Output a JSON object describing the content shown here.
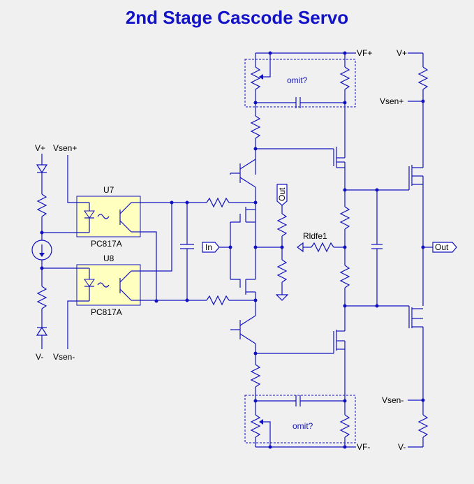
{
  "title": "2nd Stage Cascode Servo",
  "labels": {
    "vf_plus": "VF+",
    "vf_minus": "VF-",
    "v_plus_right": "V+",
    "v_minus_right": "V-",
    "vsen_plus_right": "Vsen+",
    "vsen_minus_right": "Vsen-",
    "v_plus_left": "V+",
    "vsen_plus_left": "Vsen+",
    "v_minus_left": "V-",
    "vsen_minus_left": "Vsen-",
    "u7": "U7",
    "u8": "U8",
    "pc817a_top": "PC817A",
    "pc817a_bottom": "PC817A",
    "omit_top": "omit?",
    "omit_bottom": "omit?",
    "rldfe1": "Rldfe1",
    "in_port": "In",
    "out_port_right": "Out",
    "out_port_top": "Out"
  }
}
